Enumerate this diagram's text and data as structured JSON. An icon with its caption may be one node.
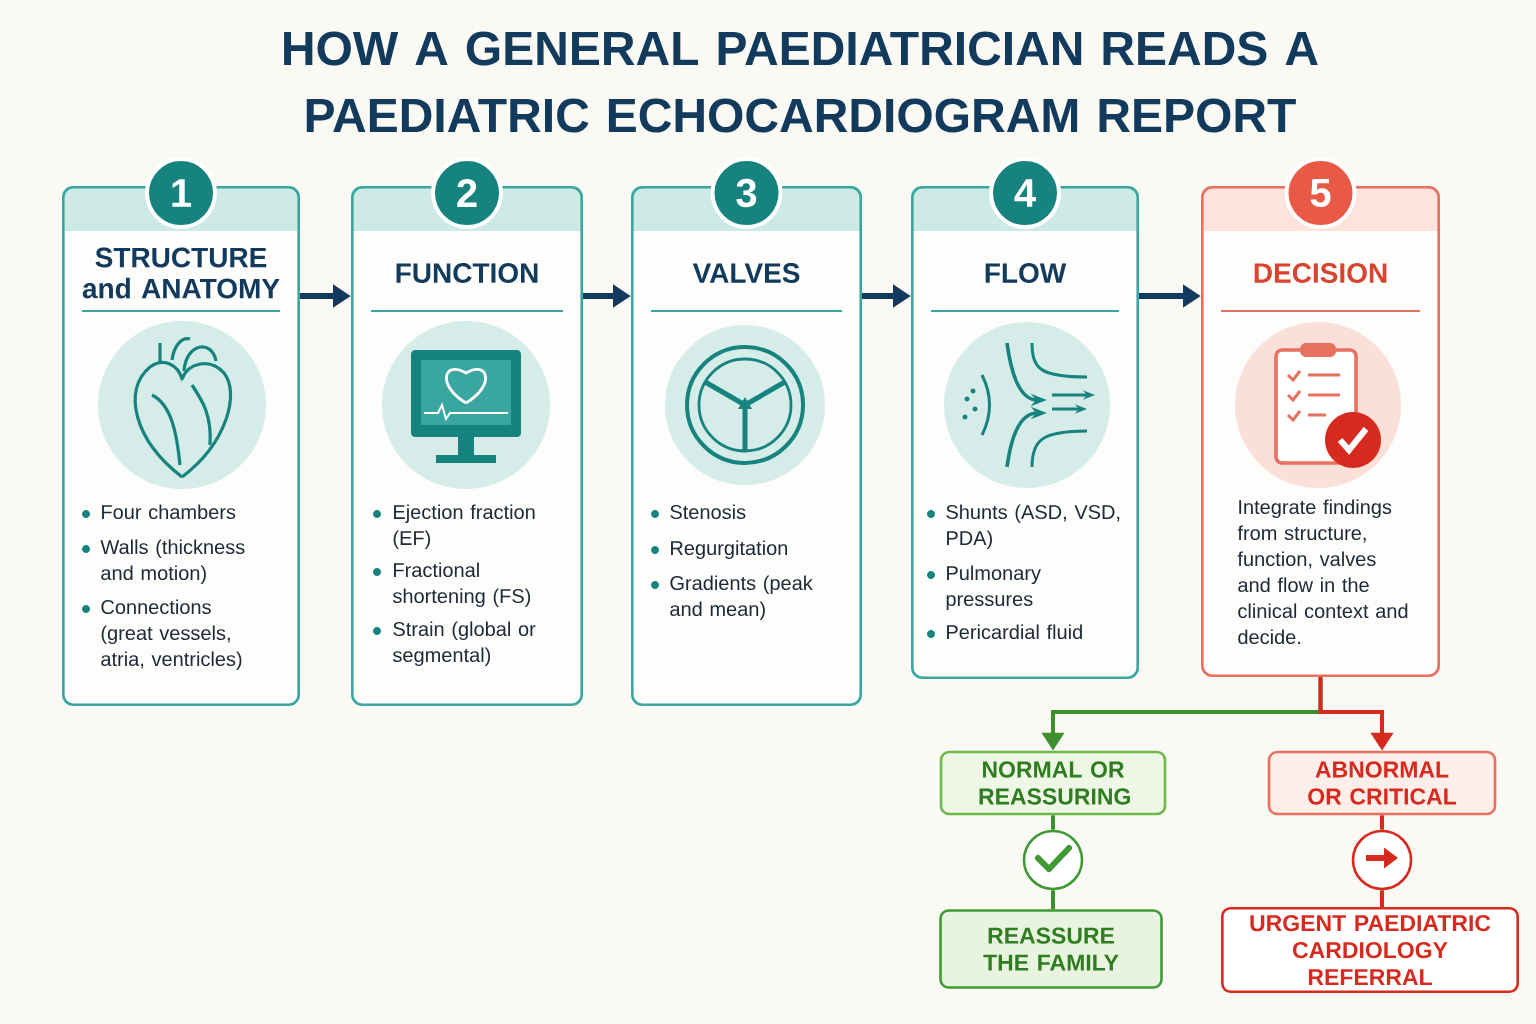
{
  "diagram": {
    "title": "HOW A GENERAL PAEDIATRICIAN READS A PAEDIATRIC ECHOCARDIOGRAM REPORT",
    "nodes": [
      {
        "text": [
          "1"
        ]
      },
      {
        "text": [
          "STRUCTURE and ANATOMY",
          "Four chambers",
          "Walls (thickness and motion)",
          "Connections (great vessels, atria, ventricles)"
        ]
      },
      {
        "text": [
          "2"
        ]
      },
      {
        "text": [
          "FUNCTION",
          "Ejection fraction (EF)",
          "Fractional shortening (FS)",
          "Strain (global or segmental)"
        ]
      },
      {
        "text": [
          "3"
        ]
      },
      {
        "text": [
          "VALVES",
          "Stenosis",
          "Regurgitation",
          "Gradients (peak and mean)"
        ]
      },
      {
        "text": [
          "4"
        ]
      },
      {
        "text": [
          "FLOW",
          "Shunts (ASD, VSD, PDA)",
          "Pulmonary pressures",
          "Pericardial fluid"
        ]
      },
      {
        "text": [
          "5"
        ]
      },
      {
        "text": [
          "DECISION",
          "Integrate findings from structure, function, valves and flow in the clinical context and decide."
        ]
      },
      {
        "text": [
          "NORMAL OR REASSURING"
        ]
      },
      {
        "text": [
          "ABNORMAL OR CRITICAL"
        ]
      },
      {
        "text": [],
        "shape": "circle"
      },
      {
        "text": [],
        "shape": "circle"
      },
      {
        "text": [
          "REASSURE THE FAMILY"
        ]
      },
      {
        "text": [
          "URGENT PAEDIATRIC CARDIOLOGY REFERRAL"
        ]
      }
    ],
    "edges": [
      {
        "from": 1,
        "to": 3,
        "arrow": "to"
      },
      {
        "from": 3,
        "to": 5,
        "arrow": "to"
      },
      {
        "from": 5,
        "to": 7,
        "arrow": "to"
      },
      {
        "from": 7,
        "to": 9,
        "arrow": "to"
      },
      {
        "from": 9,
        "to": 10,
        "arrow": "to",
        "color": "#3f8f2f"
      },
      {
        "from": 9,
        "to": 11,
        "arrow": "to",
        "color": "#d62a1e"
      },
      {
        "from": 10,
        "to": 12,
        "arrow": "none",
        "color": "#3f8f2f"
      },
      {
        "from": 12,
        "to": 14,
        "arrow": "none",
        "color": "#3f8f2f"
      },
      {
        "from": 11,
        "to": 13,
        "arrow": "none",
        "color": "#d62a1e"
      },
      {
        "from": 13,
        "to": 15,
        "arrow": "none",
        "color": "#d62a1e"
      }
    ]
  }
}
